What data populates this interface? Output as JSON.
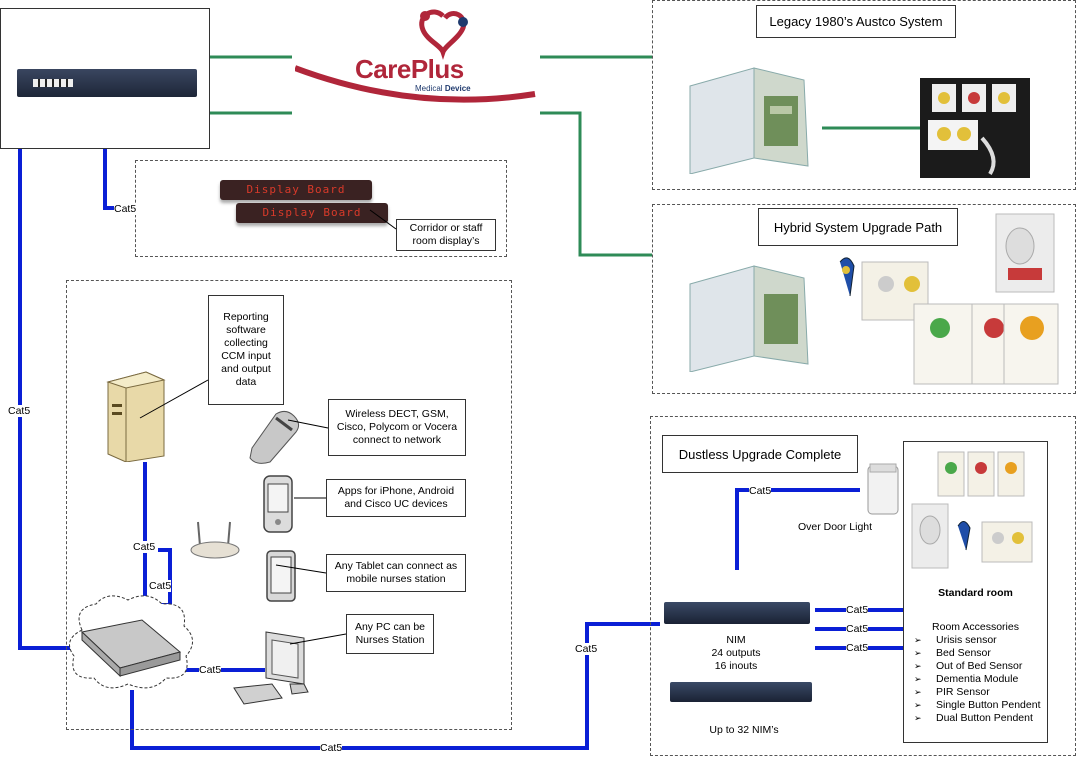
{
  "logo": {
    "brand": "CarePlus",
    "tagline_a": "Medical",
    "tagline_b": "Device",
    "colors": {
      "red": "#b0263a",
      "navy": "#1f3a6e"
    }
  },
  "line_colors": {
    "cat5": "#0a1fd6",
    "link": "#2e8b57"
  },
  "cable_label": "Cat5",
  "legacy": {
    "title": "Legacy 1980’s Austco System"
  },
  "hybrid": {
    "title": "Hybrid System Upgrade Path"
  },
  "dustless": {
    "title": "Dustless Upgrade Complete",
    "over_door": "Over Door Light",
    "nim_title": "NIM",
    "nim_outputs": "24 outputs",
    "nim_inputs": "16 inouts",
    "nim_more": "Up to 32 NIM’s"
  },
  "standard_room": {
    "title": "Standard room",
    "subtitle": "Room Accessories",
    "items": [
      "Urisis sensor",
      "Bed Sensor",
      "Out of Bed Sensor",
      "Dementia Module",
      "PIR Sensor",
      "Single Button Pendent",
      "Dual Button Pendent"
    ]
  },
  "display": {
    "board_text": "Display Board",
    "caption": "Corridor or staff room display’s"
  },
  "network": {
    "reporting": "Reporting software collecting CCM input and output data",
    "wireless": "Wireless DECT, GSM, Cisco, Polycom or Vocera connect to network",
    "apps": "Apps for iPhone, Android and Cisco UC devices",
    "tablet": "Any Tablet can connect as mobile nurses station",
    "pc": "Any PC can be Nurses Station"
  }
}
